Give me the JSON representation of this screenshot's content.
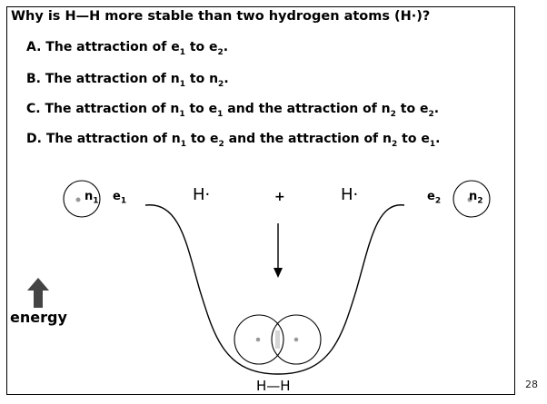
{
  "question": "Why is H—H more stable than two hydrogen atoms (H·)?",
  "options": [
    {
      "letter": "A.",
      "parts": [
        "The attraction of e",
        "1",
        " to e",
        "2",
        "."
      ]
    },
    {
      "letter": "B.",
      "parts": [
        "The attraction of n",
        "1",
        " to n",
        "2",
        "."
      ]
    },
    {
      "letter": "C.",
      "parts": [
        "The attraction of n",
        "1",
        " to e",
        "1",
        " and the attraction of n",
        "2",
        " to e",
        "2",
        "."
      ]
    },
    {
      "letter": "D.",
      "parts": [
        "The attraction of n",
        "1",
        " to e",
        "2",
        " and the attraction of n",
        "2",
        " to e",
        "1",
        "."
      ]
    }
  ],
  "diagram": {
    "left_nucleus": {
      "base": "n",
      "sub": "1"
    },
    "left_electron": {
      "base": "e",
      "sub": "1"
    },
    "right_electron": {
      "base": "e",
      "sub": "2"
    },
    "right_nucleus": {
      "base": "n",
      "sub": "2"
    },
    "h_left": "H·",
    "plus": "+",
    "h_right": "H·",
    "energy_label": "energy",
    "bond_label": "H—H"
  },
  "page_number": "28"
}
